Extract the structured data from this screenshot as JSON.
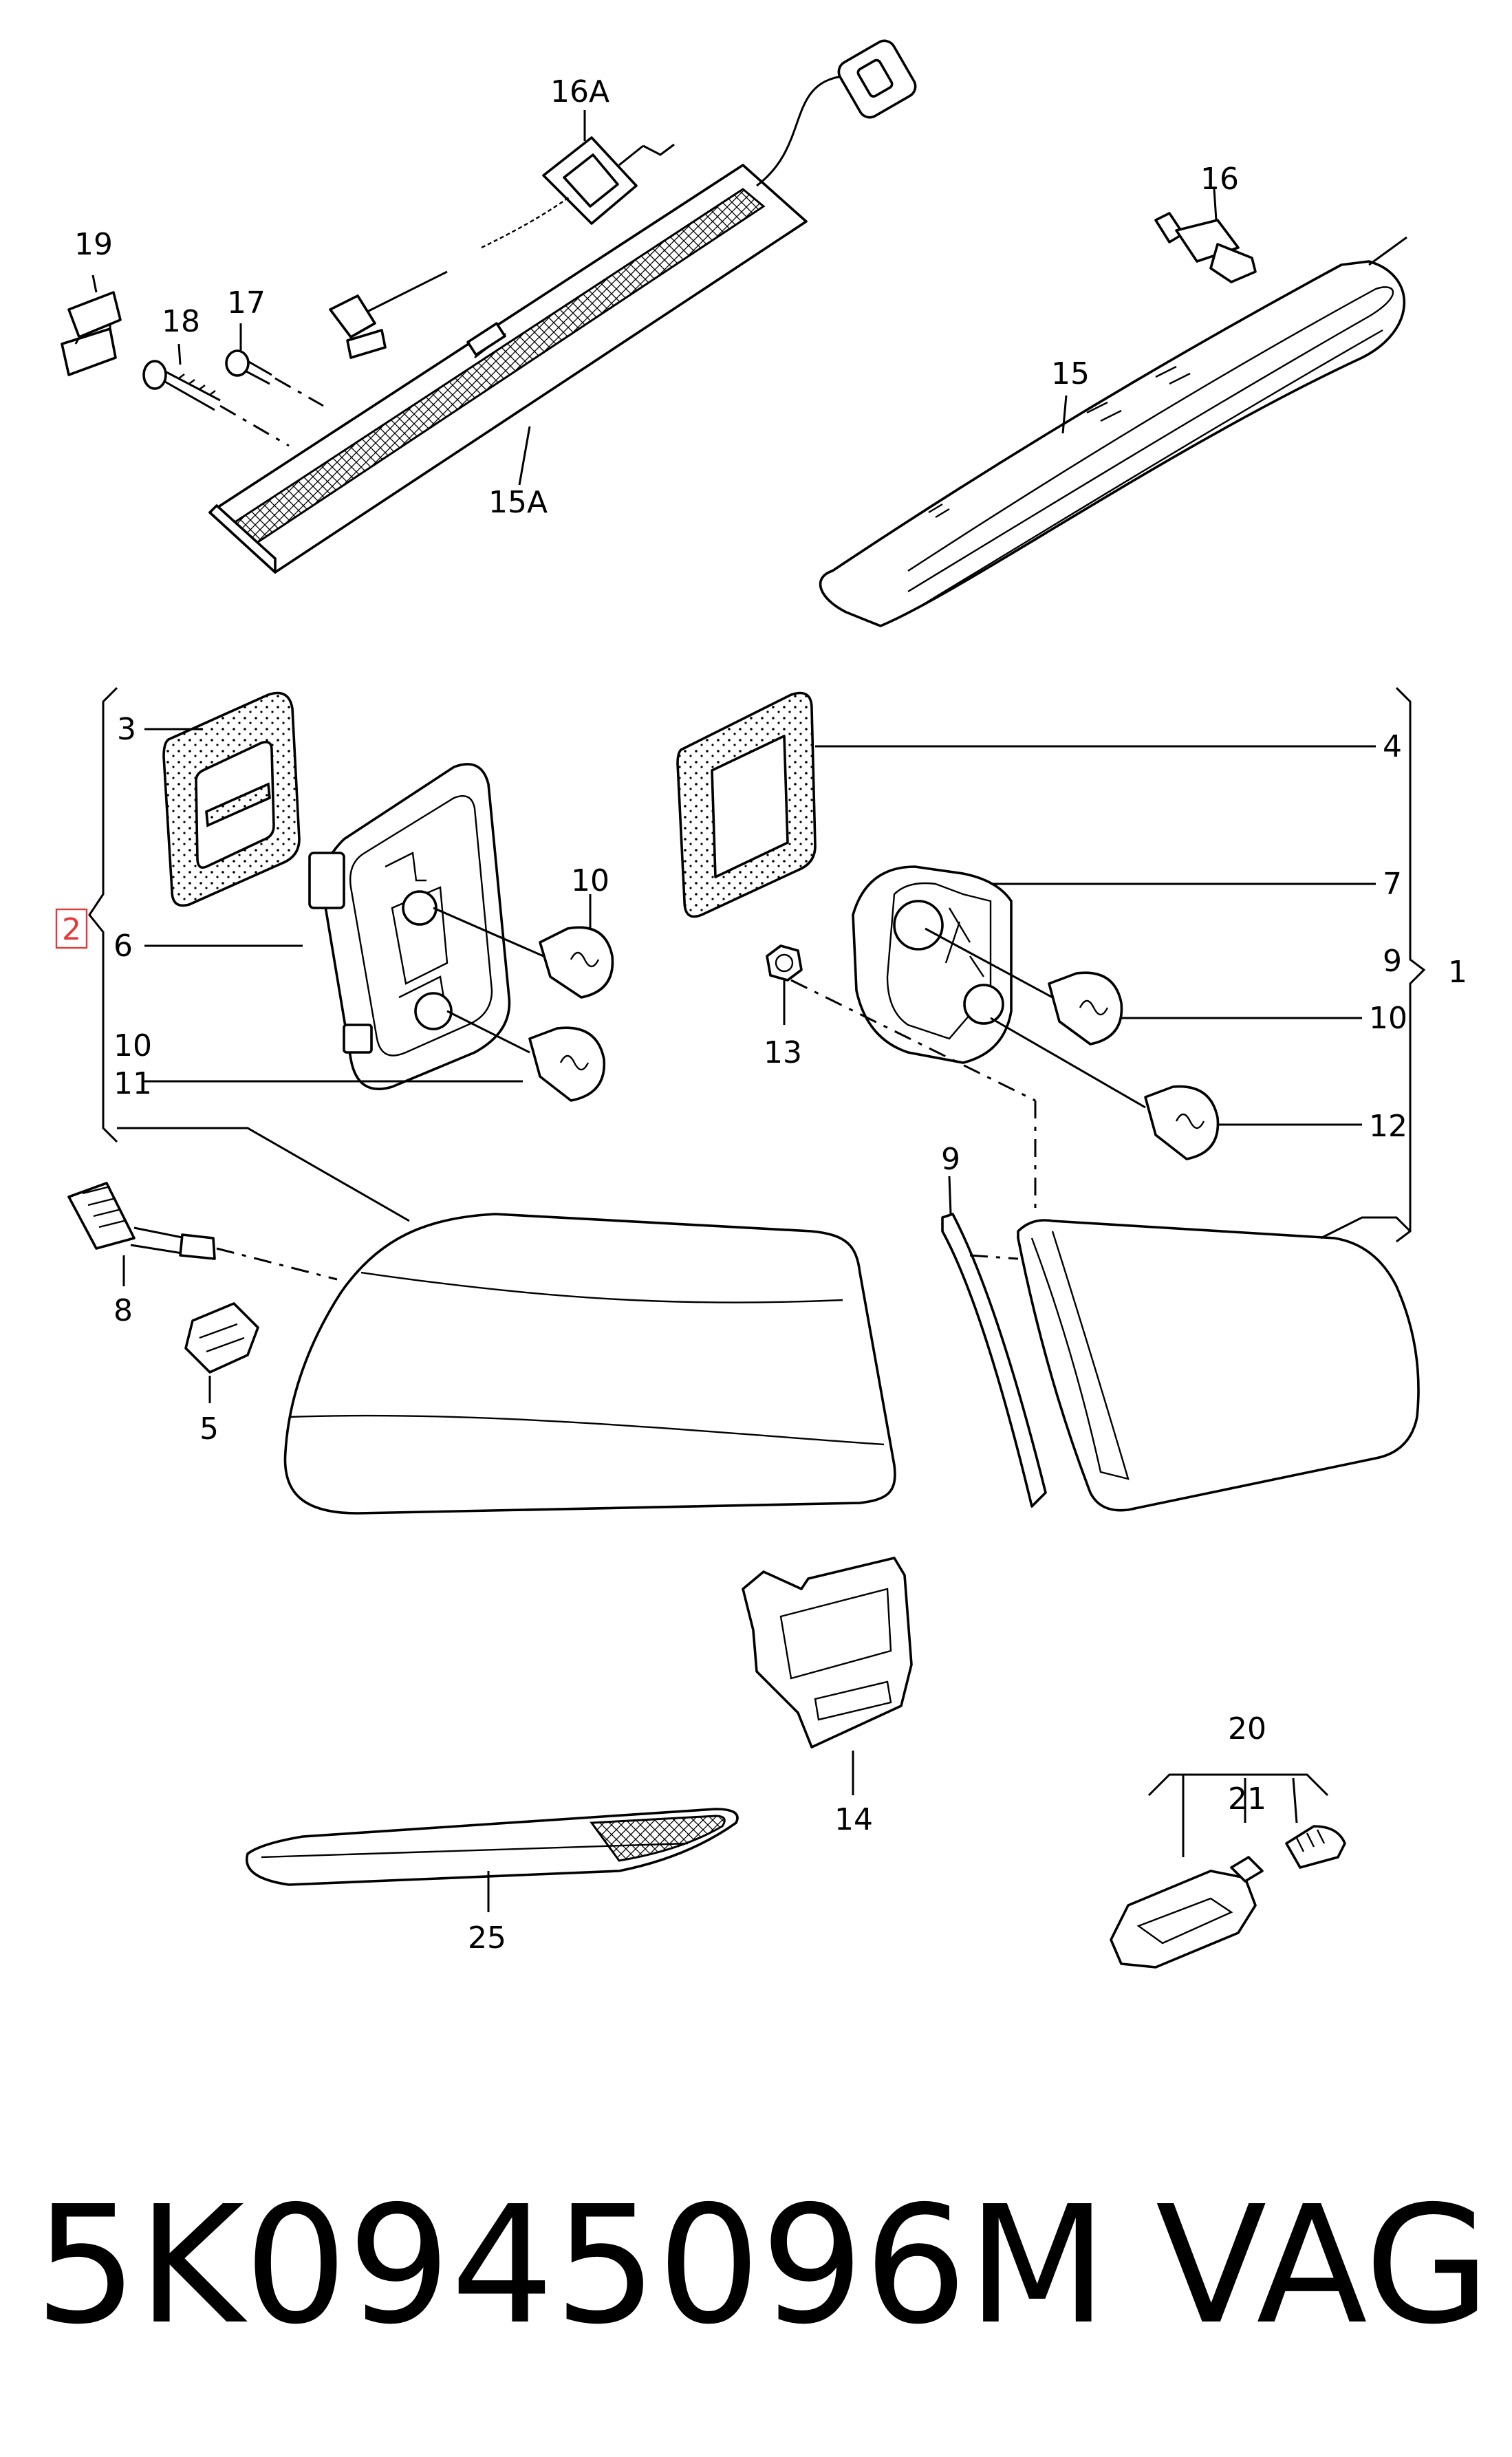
{
  "diagram": {
    "part_number": "5K0945096M",
    "brand": "VAG",
    "highlighted_callout": "2",
    "callouts": {
      "c1": "1",
      "c2": "2",
      "c3": "3",
      "c4": "4",
      "c5": "5",
      "c6": "6",
      "c7": "7",
      "c8": "8",
      "c9a": "9",
      "c9b": "9",
      "c10a": "10",
      "c10b": "10",
      "c10c": "10",
      "c11": "11",
      "c12": "12",
      "c13": "13",
      "c14": "14",
      "c15": "15",
      "c15a": "15A",
      "c16": "16",
      "c16a": "16A",
      "c17": "17",
      "c18": "18",
      "c19": "19",
      "c20": "20",
      "c21": "21",
      "c25": "25"
    }
  }
}
